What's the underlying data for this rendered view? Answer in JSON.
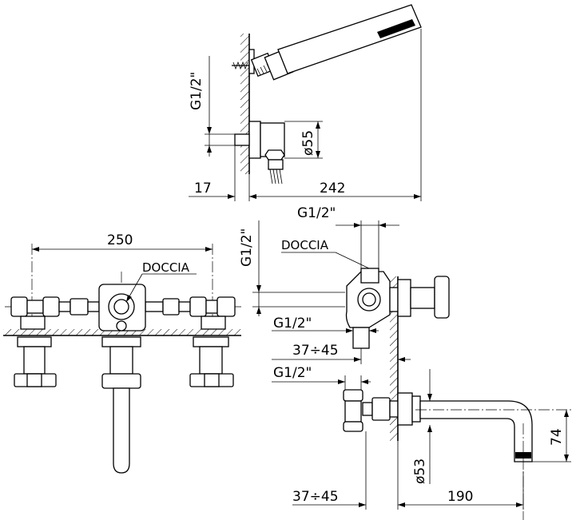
{
  "dimensions": {
    "handshower_thread": "G1/2\"",
    "handshower_outlet_diameter": "ø55",
    "wall_offset": "17",
    "handshower_length": "242",
    "front_width": "250",
    "side_top_thread": "G1/2\"",
    "side_left_thread": "G1/2\"",
    "side_thread_1": "G1/2\"",
    "wall_depth_1": "37÷45",
    "side_thread_2": "G1/2\"",
    "spout_height": "74",
    "spout_diameter": "ø53",
    "wall_depth_2": "37÷45",
    "spout_projection": "190"
  },
  "labels": {
    "front_doccia": "DOCCIA",
    "side_doccia": "DOCCIA"
  }
}
